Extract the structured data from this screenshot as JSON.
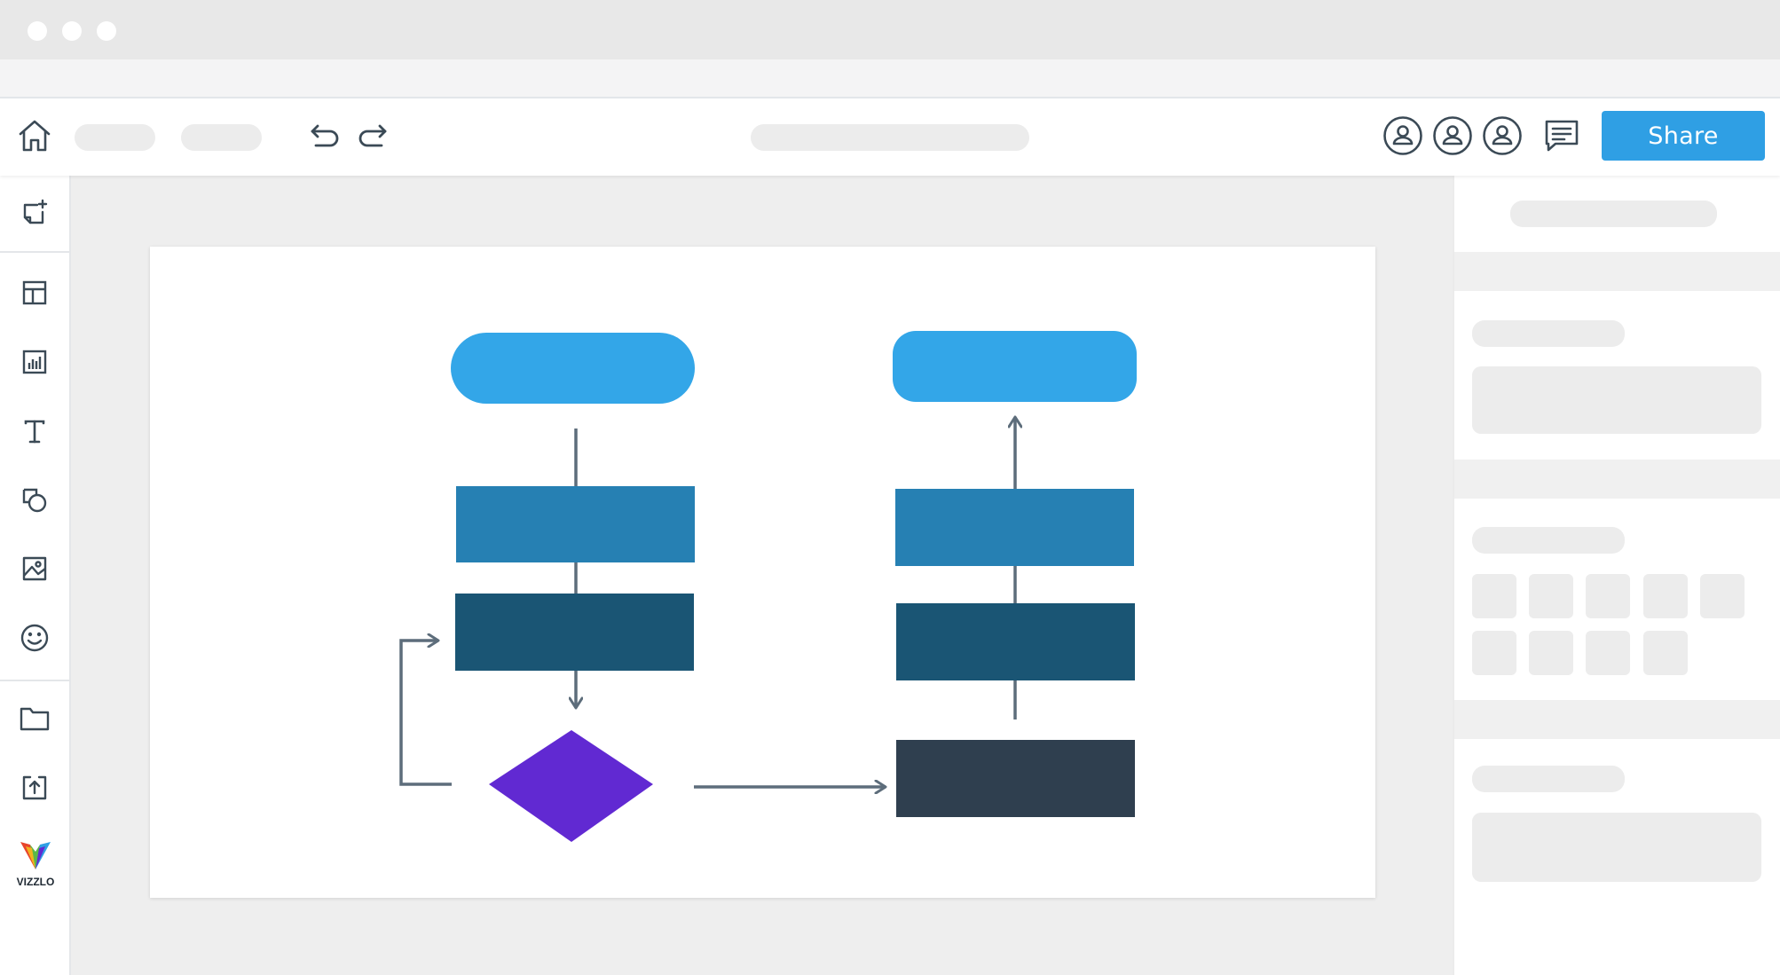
{
  "toolbar": {
    "share_label": "Share",
    "icons": [
      "home-icon",
      "undo-icon",
      "redo-icon",
      "user-icon",
      "user-icon",
      "user-icon",
      "comment-icon"
    ]
  },
  "rail": {
    "items": [
      "new-page-icon",
      "layout-icon",
      "chart-icon",
      "text-icon",
      "shapes-icon",
      "image-icon",
      "emoji-icon",
      "folder-icon",
      "upload-icon"
    ],
    "logo_text": "VIZZLO"
  },
  "colors": {
    "accent": "#2f9fe4",
    "terminal": "#33a6e8",
    "process_mid": "#2680b3",
    "process_dark": "#1a5574",
    "decision": "#6129d2",
    "end_box": "#2f3f4f",
    "connector": "#5d6d7b"
  },
  "diagram": {
    "shapes": [
      "start-terminal",
      "process-box-1",
      "process-box-2",
      "decision-diamond",
      "end-box",
      "process-box-3",
      "process-box-4",
      "end-terminal"
    ]
  }
}
